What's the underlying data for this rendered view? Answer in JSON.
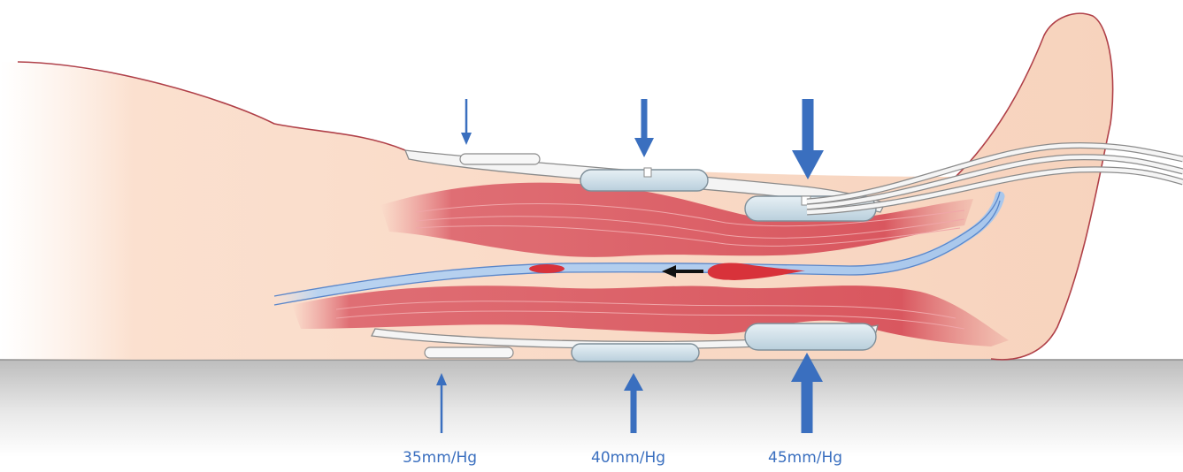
{
  "pressure_labels": {
    "left": "35mm/Hg",
    "middle": "40mm/Hg",
    "right": "45mm/Hg"
  },
  "colors": {
    "arrow_blue": "#3a6fbf",
    "skin": "#f7d6c2",
    "skin_outline": "#b04048",
    "muscle": "#d9575f",
    "vein": "#a9c7ec",
    "clot": "#d8323a",
    "bladder": "#cfe0ea",
    "floor_shadow": "#c8c8c8"
  },
  "icons": [
    "compression-arrow-icon",
    "flow-arrow-icon"
  ]
}
